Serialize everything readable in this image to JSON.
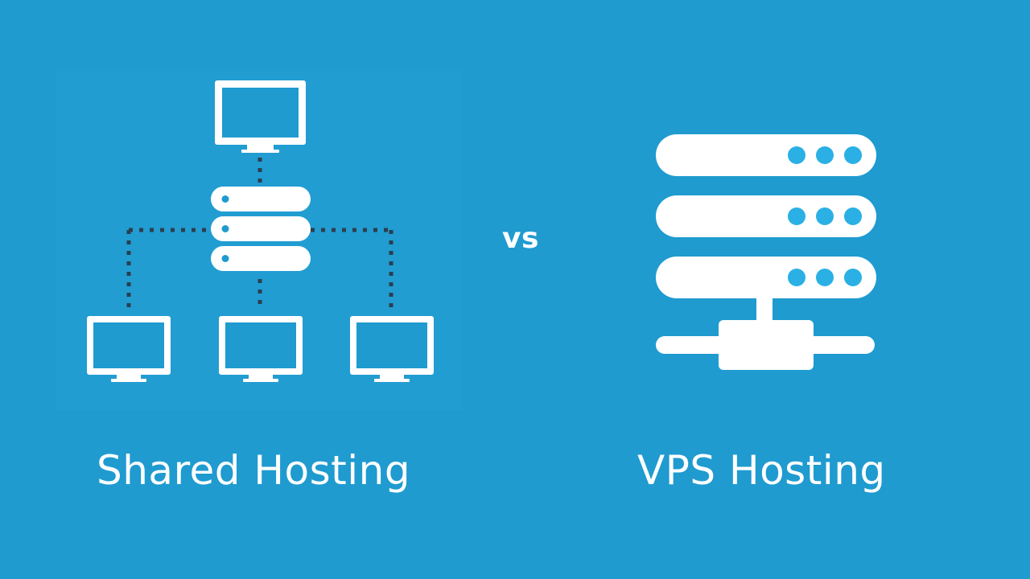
{
  "colors": {
    "background": "#1f9bd0",
    "foreground": "#ffffff",
    "dot": "#2a3f50",
    "accent": "#1f9bd0"
  },
  "shared": {
    "title": "Shared Hosting",
    "icons": [
      "server-stack-icon",
      "monitor-icon"
    ]
  },
  "separator": {
    "label": "vs"
  },
  "vps": {
    "title": "VPS Hosting",
    "icons": [
      "server-rack-icon",
      "network-hub-icon"
    ]
  }
}
